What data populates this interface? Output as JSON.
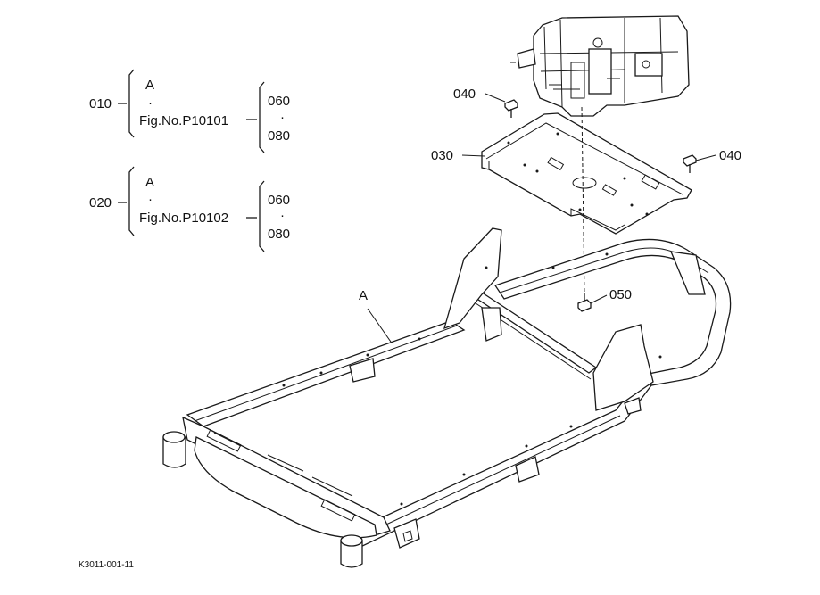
{
  "groups": [
    {
      "ref": "010",
      "left_top": "A",
      "left_mid": "·",
      "left_bottom": "Fig.No.P10101",
      "right_top": "060",
      "right_mid": "·",
      "right_bottom": "080"
    },
    {
      "ref": "020",
      "left_top": "A",
      "left_mid": "·",
      "left_bottom": "Fig.No.P10102",
      "right_top": "060",
      "right_mid": "·",
      "right_bottom": "080"
    }
  ],
  "callouts": {
    "bolt_left": "040",
    "bolt_right": "040",
    "plate": "030",
    "bolt_bottom": "050",
    "frame": "A"
  },
  "drawing_code": "K3011-001-11"
}
